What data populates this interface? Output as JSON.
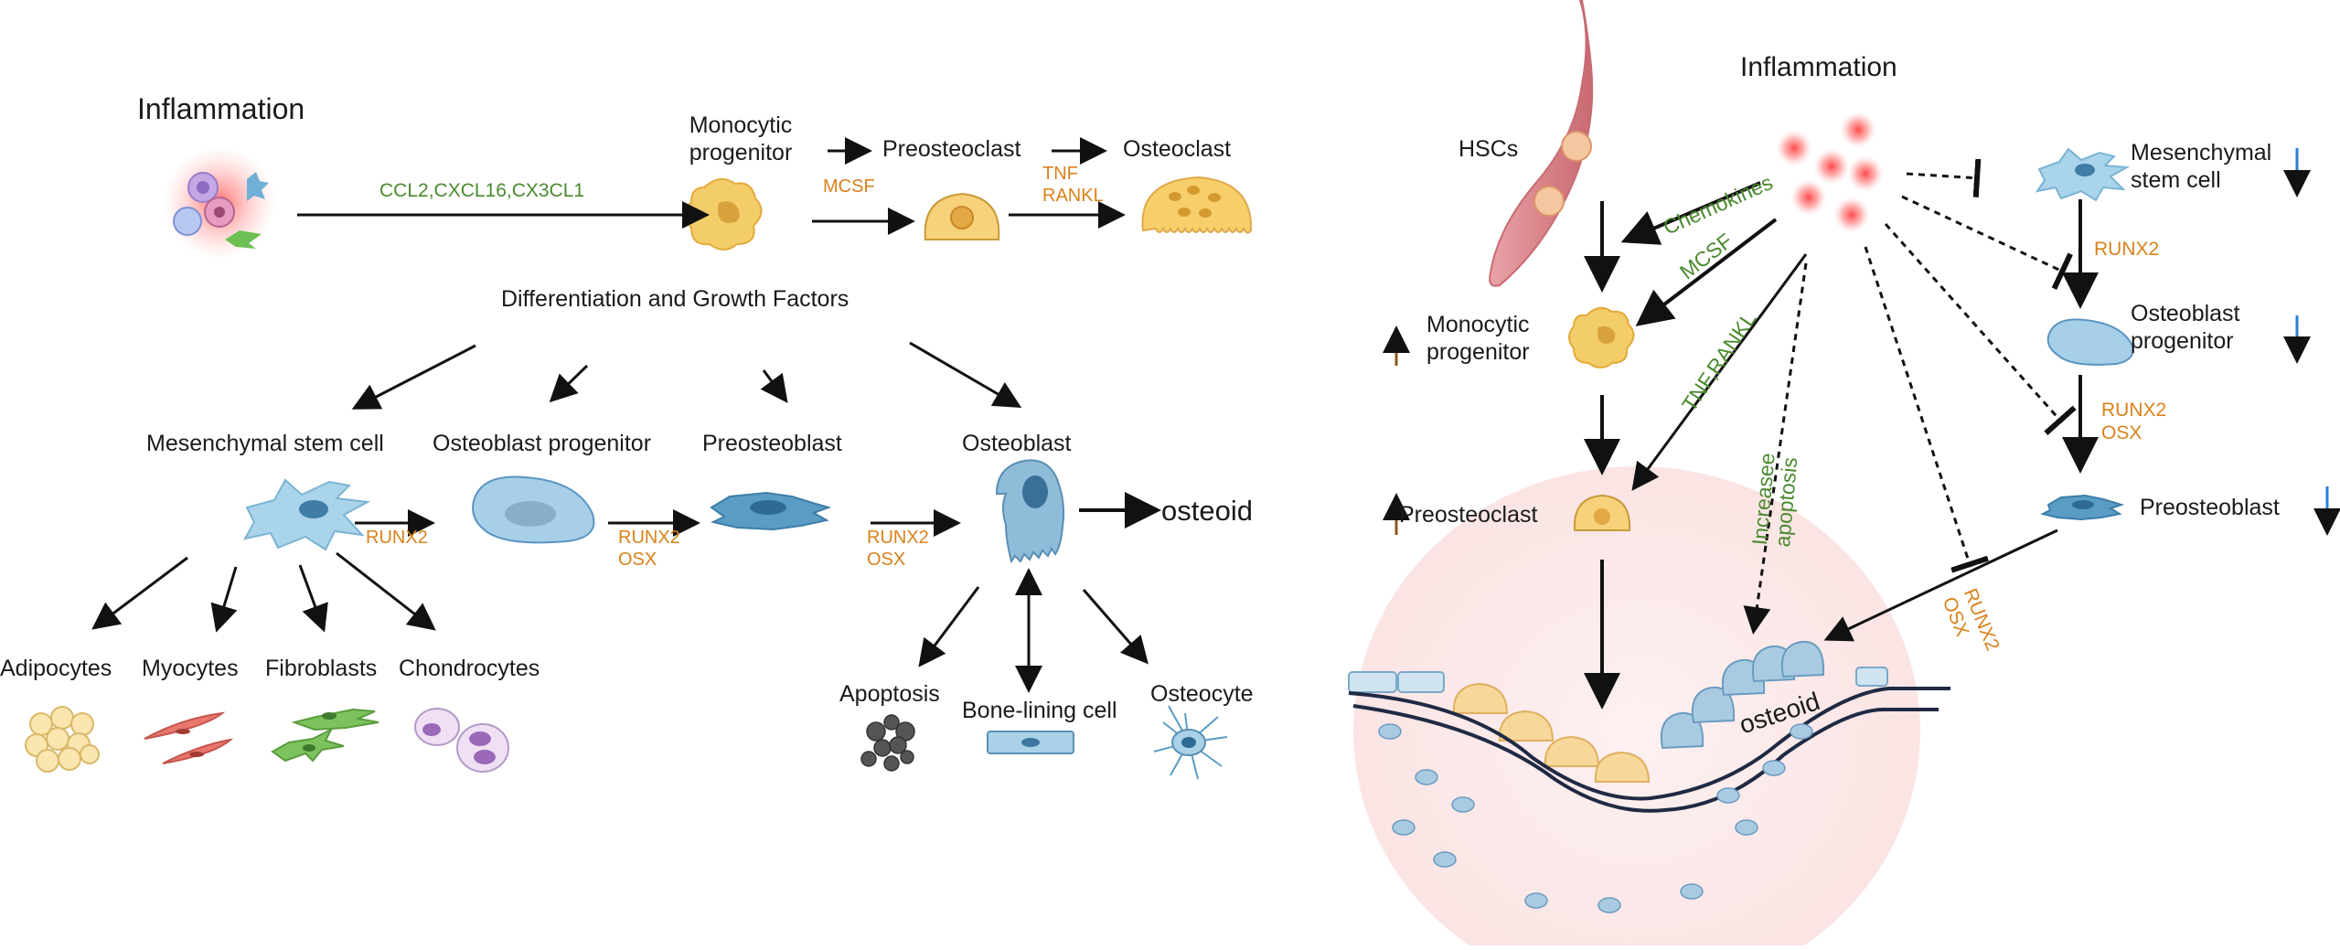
{
  "left": {
    "inflammation": "Inflammation",
    "chemokines": "CCL2,CXCL16,CX3CL1",
    "monocytic_progenitor": "Monocytic\nprogenitor",
    "preosteoclast": "Preosteoclast",
    "osteoclast": "Osteoclast",
    "mcsf": "MCSF",
    "tnf_rankl": "TNF\nRANKL",
    "diff_growth": "Differentiation and Growth Factors",
    "msc": "Mesenchymal stem cell",
    "ob_progenitor": "Osteoblast progenitor",
    "preosteoblast": "Preosteoblast",
    "osteoblast": "Osteoblast",
    "osteoid": "osteoid",
    "runx2_1": "RUNX2",
    "runx2_osx_1": "RUNX2\nOSX",
    "runx2_osx_2": "RUNX2\nOSX",
    "adipocytes": "Adipocytes",
    "myocytes": "Myocytes",
    "fibroblasts": "Fibroblasts",
    "chondrocytes": "Chondrocytes",
    "apoptosis": "Apoptosis",
    "bone_lining": "Bone-lining cell",
    "osteocyte": "Osteocyte"
  },
  "right": {
    "inflammation": "Inflammation",
    "hscs": "HSCs",
    "chemokines": "Chemokines",
    "mcsf": "MCSF",
    "tnf_rankl": "TNF,RANKL",
    "increased_apoptosis": "Increasee\napoptosis",
    "monocytic_progenitor": "Monocytic\nprogenitor",
    "preosteoclast": "Preosteoclast",
    "msc": "Mesenchymal\nstem cell",
    "runx2": "RUNX2",
    "ob_progenitor": "Osteoblast\nprogenitor",
    "runx2_osx": "RUNX2\nOSX",
    "preosteoblast": "Preosteoblast",
    "runx2_osx_rot": "RUNX2\nOSX",
    "osteoid": "osteoid"
  },
  "colors": {
    "green_text": "#4a8a2e",
    "orange_text": "#d9821b",
    "up_arrow": "#8a5a1e",
    "down_arrow": "#2a7fd4",
    "osteoclast_fill": "#f7d27a",
    "osteoblast_fill": "#9cc8e0",
    "msc_fill": "#a9d4ea",
    "bone_bg": "#fcecec"
  }
}
